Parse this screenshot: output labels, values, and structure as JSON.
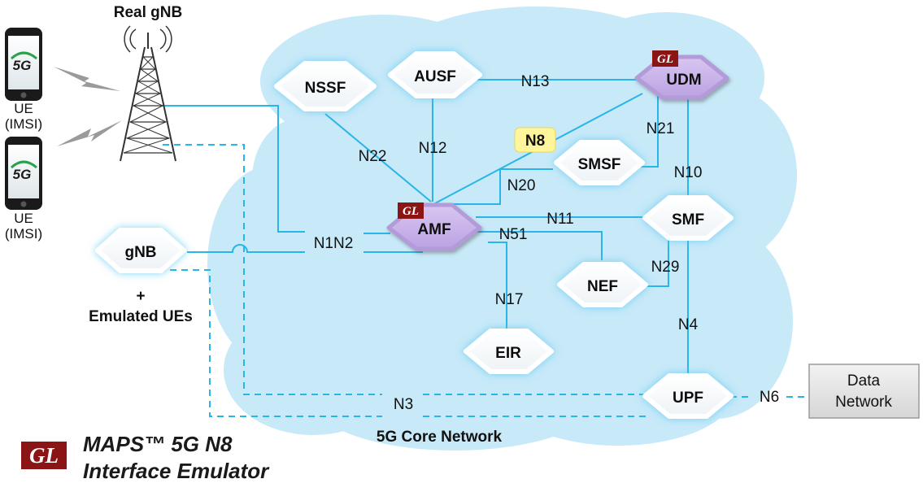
{
  "tower_label": "Real gNB",
  "ue_labels": [
    {
      "line1": "UE",
      "line2": "(IMSI)"
    },
    {
      "line1": "UE",
      "line2": "(IMSI)"
    }
  ],
  "phone_badge": "5G",
  "gnb": {
    "label": "gNB",
    "plus": "+",
    "caption": "Emulated UEs"
  },
  "core_network_label": "5G Core Network",
  "data_network": {
    "line1": "Data",
    "line2": "Network"
  },
  "gl_badge": "GL",
  "product_title": {
    "line1": "MAPS™ 5G N8",
    "line2": "Interface Emulator"
  },
  "nodes": {
    "nssf": "NSSF",
    "ausf": "AUSF",
    "udm": "UDM",
    "smsf": "SMSF",
    "amf": "AMF",
    "smf": "SMF",
    "nef": "NEF",
    "eir": "EIR",
    "upf": "UPF"
  },
  "interfaces": {
    "n13": "N13",
    "n12": "N12",
    "n22": "N22",
    "n8": "N8",
    "n21": "N21",
    "n10": "N10",
    "n20": "N20",
    "n11": "N11",
    "n51": "N51",
    "n1n2": "N1N2",
    "n29": "N29",
    "n17": "N17",
    "n4": "N4",
    "n3": "N3",
    "n6": "N6"
  },
  "colors": {
    "cloud": "#c7e9f8",
    "link": "#29b5e8",
    "highlight_node": "#c9b3ea",
    "n8_highlight": "#fff59a",
    "gl_red": "#8b1414"
  }
}
